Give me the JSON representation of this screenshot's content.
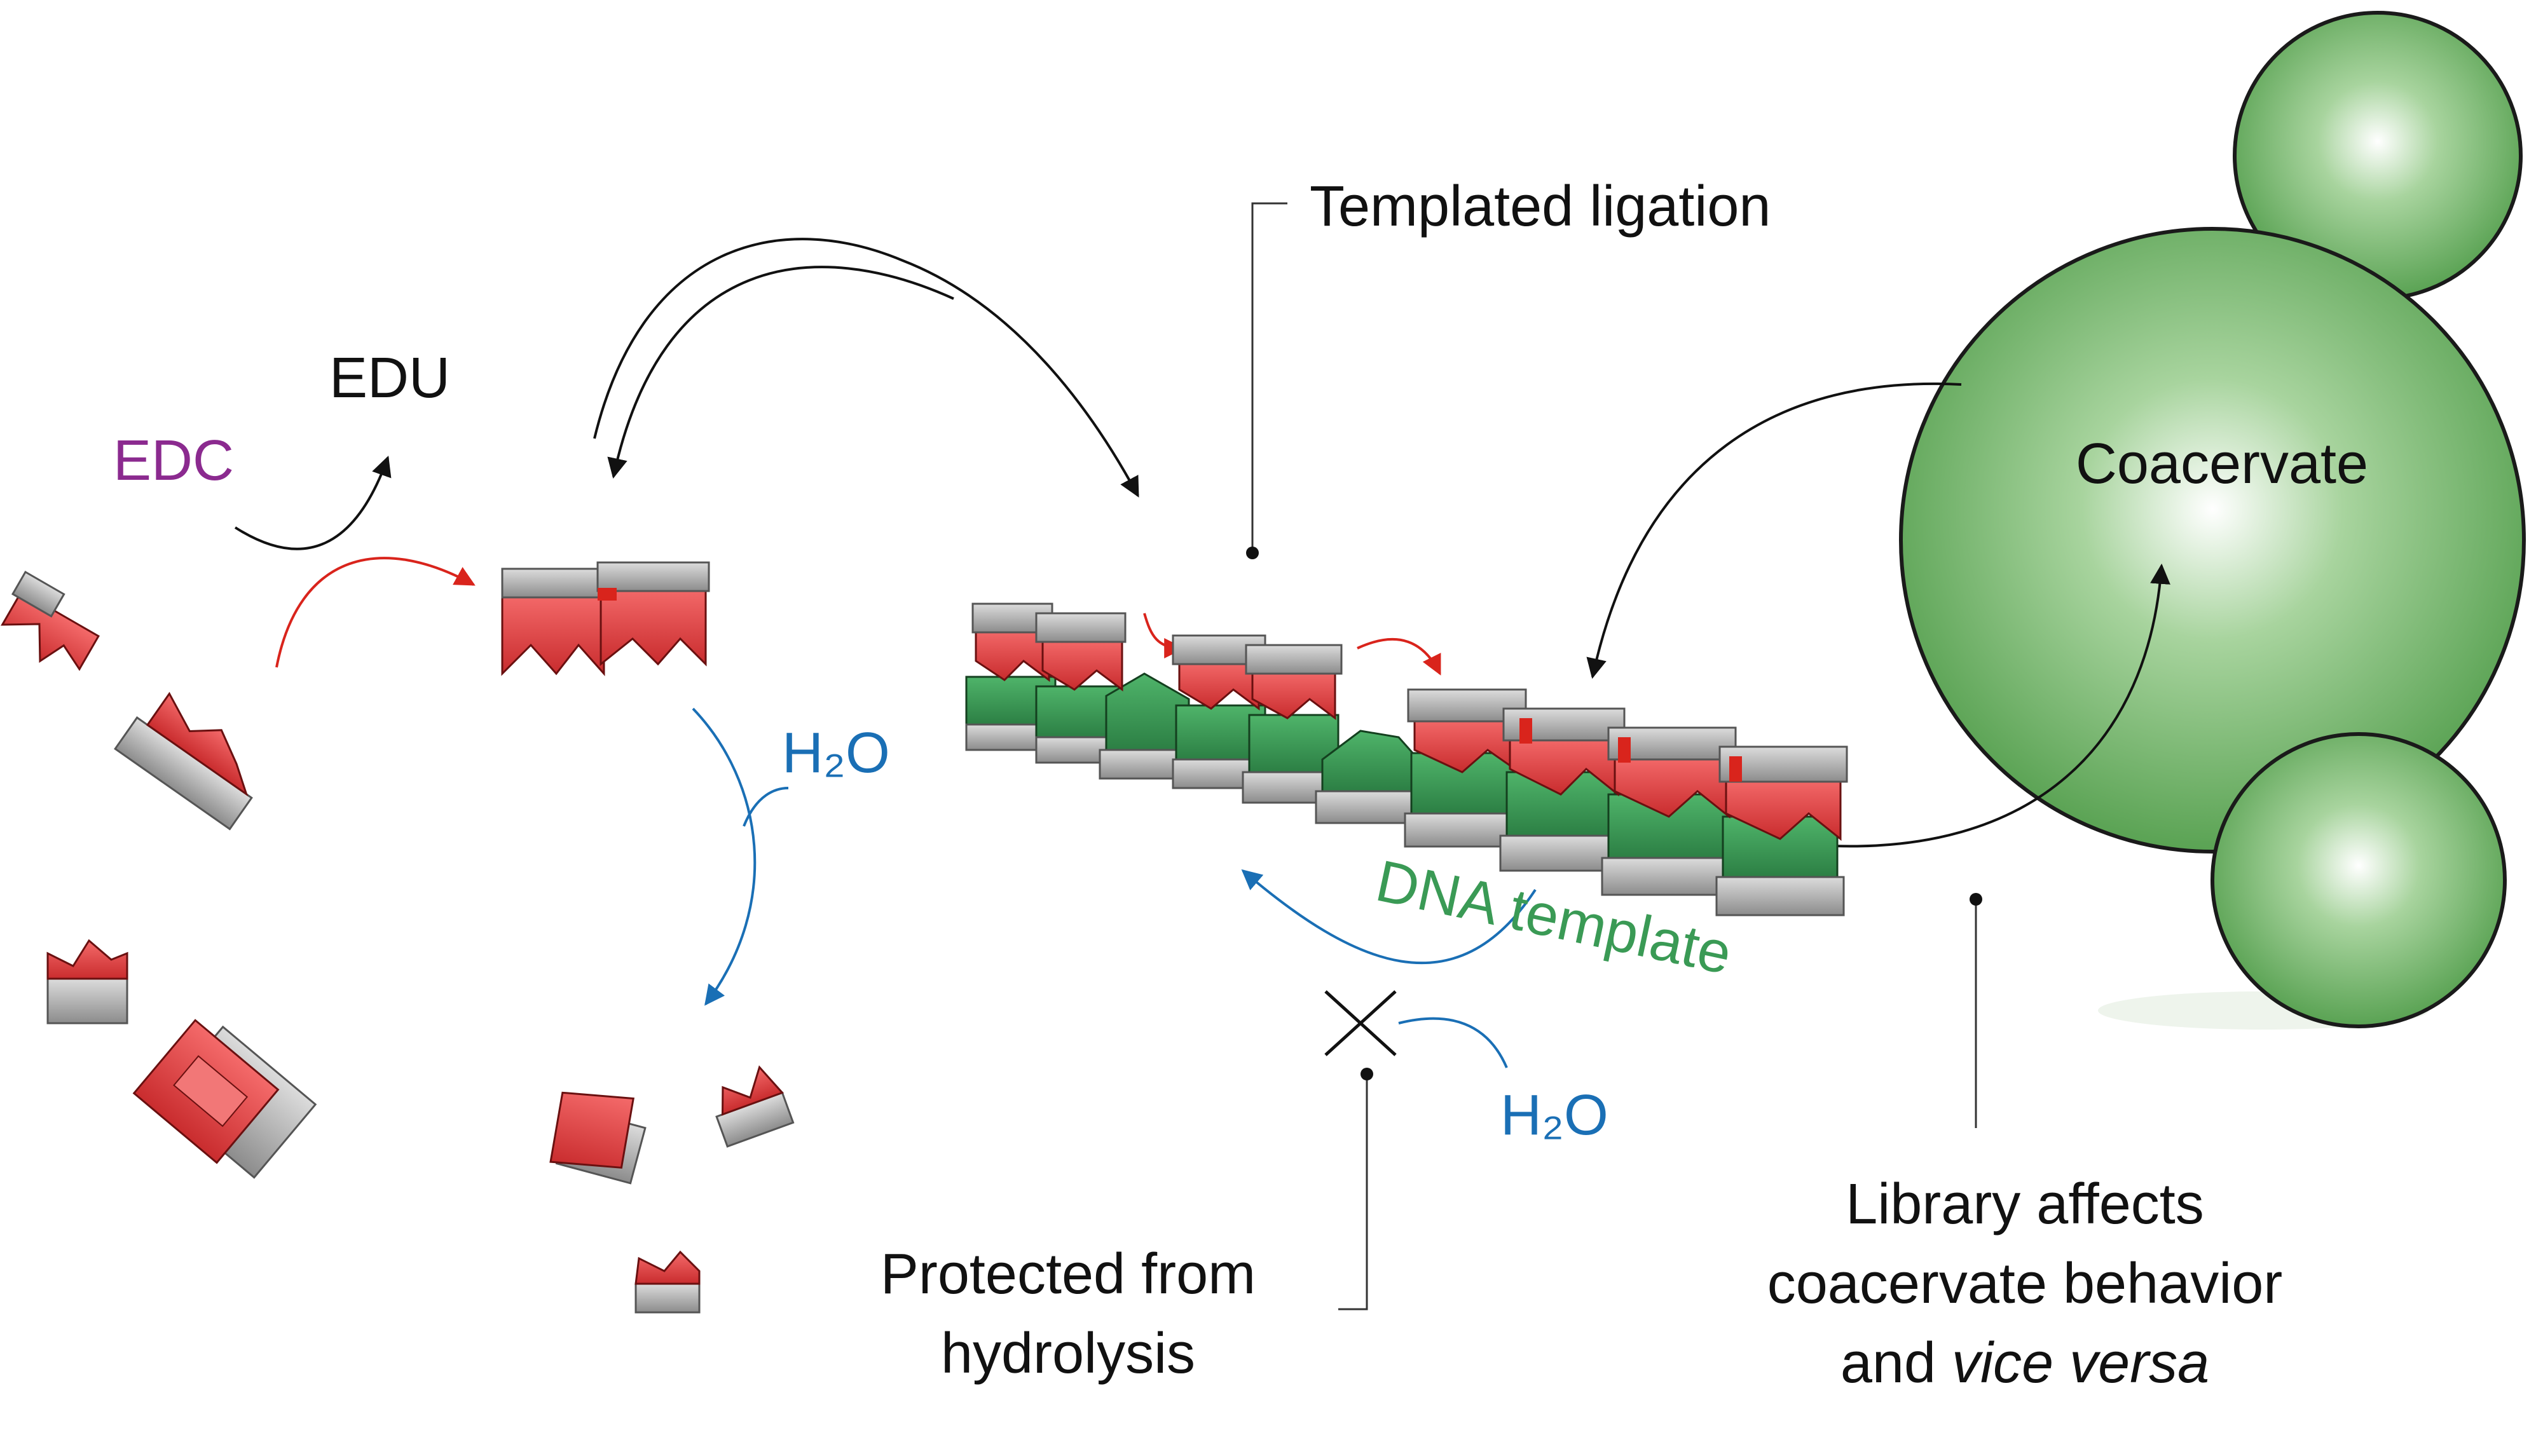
{
  "labels": {
    "edc": "EDC",
    "edu": "EDU",
    "h2o_left": "H₂O",
    "templated_ligation": "Templated ligation",
    "dna_template": "DNA template",
    "h2o_right": "H₂O",
    "protected_line1": "Protected from",
    "protected_line2": "hydrolysis",
    "coacervate": "Coacervate",
    "library_line1": "Library affects",
    "library_line2": "coacervate behavior",
    "library_line3_prefix": "and ",
    "library_line3_italic": "vice versa"
  },
  "colors": {
    "edc_purple": "#8b2a8f",
    "water_blue": "#1a6fb5",
    "dna_green": "#3a9a55",
    "monomer_red": "#e8474a",
    "cap_grey": "#9a9a9a",
    "coacervate_green": "#5aaa55",
    "arrow_black": "#111111",
    "arrow_red": "#d9241c"
  }
}
